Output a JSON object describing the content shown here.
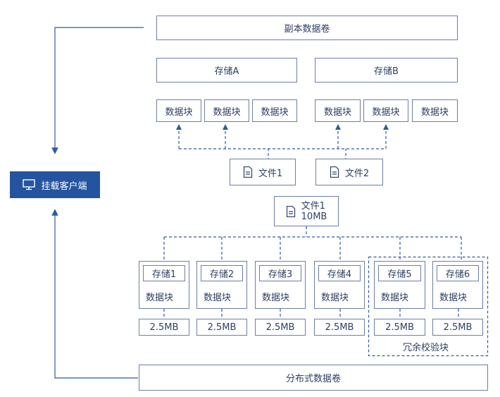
{
  "replica_volume": "副本数据卷",
  "storage_a": "存储A",
  "storage_b": "存储B",
  "block_label": "数据块",
  "files": {
    "file1": "文件1",
    "file2": "文件2"
  },
  "big_file": {
    "name": "文件1",
    "size": "10MB"
  },
  "client": "挂载客户端",
  "storages": [
    "存储1",
    "存储2",
    "存储3",
    "存储4",
    "存储5",
    "存储6"
  ],
  "size_label": "2.5MB",
  "parity_label": "冗余校验块",
  "distributed_volume": "分布式数据卷",
  "icons": {
    "client": "monitor-icon",
    "file": "document-icon"
  },
  "colors": {
    "accent": "#24549f",
    "line": "#2f5a9e",
    "border": "#6b7fa8"
  }
}
